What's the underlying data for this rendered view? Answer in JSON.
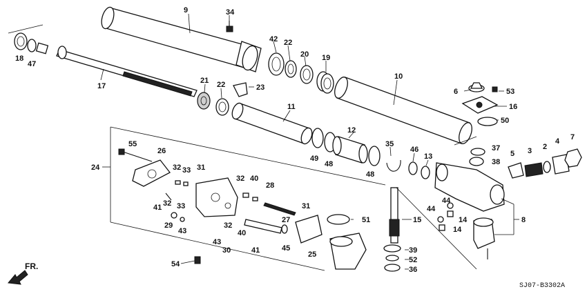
{
  "diagram": {
    "code": "SJ07-B3302A",
    "direction_label": "FR.",
    "callouts": [
      "9",
      "34",
      "42",
      "22",
      "20",
      "19",
      "18",
      "47",
      "17",
      "21",
      "22",
      "23",
      "10",
      "6",
      "53",
      "16",
      "50",
      "11",
      "12",
      "49",
      "48",
      "48",
      "35",
      "46",
      "13",
      "37",
      "38",
      "5",
      "3",
      "2",
      "4",
      "7",
      "55",
      "26",
      "24",
      "32",
      "33",
      "31",
      "32",
      "40",
      "28",
      "31",
      "51",
      "15",
      "44",
      "14",
      "44",
      "14",
      "8",
      "41",
      "32",
      "33",
      "29",
      "43",
      "32",
      "43",
      "40",
      "30",
      "41",
      "27",
      "45",
      "25",
      "39",
      "52",
      "36",
      "54"
    ]
  }
}
